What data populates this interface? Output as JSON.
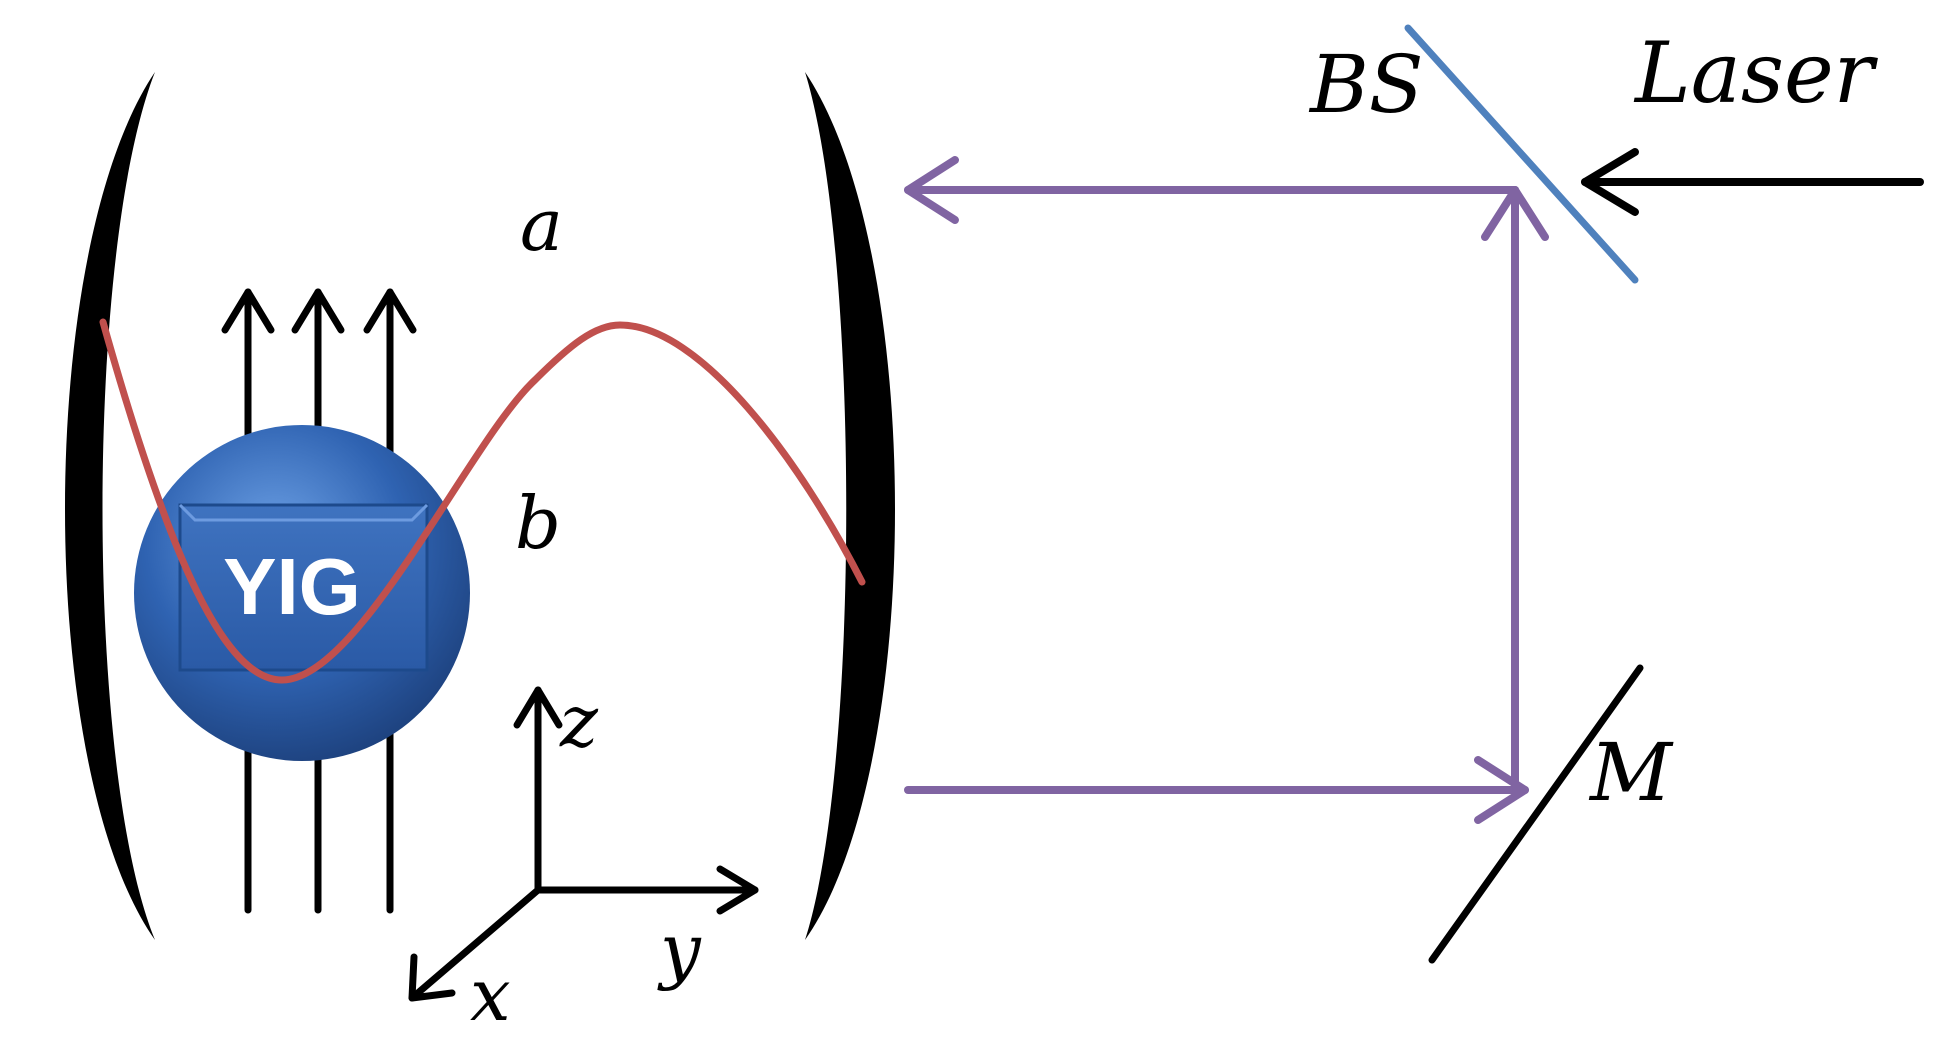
{
  "labels": {
    "beam_splitter": "BS",
    "laser": "Laser",
    "mode_a": "a",
    "mode_b": "b",
    "mirror": "M",
    "axis_z": "z",
    "axis_y": "y",
    "axis_x": "x",
    "sphere": "YIG"
  },
  "colors": {
    "cavity_mirror": "#000000",
    "cavity_mode": "#c0504d",
    "beam_path": "#8064a2",
    "beam_splitter": "#4f81bd",
    "sphere_fill": "#2f63b2",
    "axes": "#000000",
    "laser_arrow": "#000000"
  }
}
